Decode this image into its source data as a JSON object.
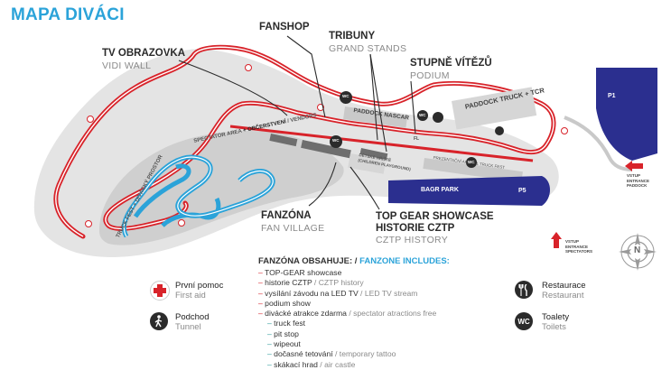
{
  "title": "MAPA DIVÁCI",
  "labels": {
    "fanshop": "FANSHOP",
    "tv_cz": "TV OBRAZOVKA",
    "tv_en": "VIDI WALL",
    "tribuny_cz": "TRIBUNY",
    "tribuny_en": "GRAND STANDS",
    "podium_cz": "STUPNĚ VÍTĚZŮ",
    "podium_en": "PODIUM",
    "fanzona_cz": "FANZÓNA",
    "fanzona_en": "FAN VILLAGE",
    "topgear_cz": "TOP GEAR SHOWCASE",
    "historie_cz": "HISTORIE CZTP",
    "historie_en": "CZTP HISTORY",
    "paddock_tcr": "PADDOCK TRUCK + TCR",
    "paddock_nascar": "PADDOCK NASCAR",
    "bagr_park": "BAGR PARK",
    "p1": "P1",
    "p5": "P5",
    "spectator_area": "SPECTATOR AREA",
    "obcerstveni": "+ OBČERSTVENÍ",
    "vendors": "/ VENDORS",
    "truck_fest": "TRUCK FEST + DIVÁCKÝ PROSTOR",
    "detske_hriste": "DĚTSKÉ HŘIŠTĚ",
    "children_playground": "(CHILDREN PLAYGROUND)",
    "prezentacni": "PREZENTAČNÍ AREA / 1 TRUCK FEST",
    "vstup_top": "VSTUP",
    "entrance_paddock_1": "ENTRANCE",
    "entrance_paddock_2": "PADDOCK",
    "vstup_spect_1": "VSTUP",
    "entrance_spect_1": "ENTRANCE",
    "entrance_spect_2": "SPECTATORS",
    "wc": "WC",
    "fl": "FL",
    "compass": "N"
  },
  "fanzone": {
    "heading_cz": "FANZÓNA OBSAHUJE: /",
    "heading_en": "FANZONE INCLUDES:",
    "items": [
      {
        "cz": "TOP-GEAR showcase",
        "en": "",
        "sub": false
      },
      {
        "cz": "historie CZTP",
        "en": "/ CZTP history",
        "sub": false
      },
      {
        "cz": "vysílání závodu na LED TV",
        "en": "/ LED TV stream",
        "sub": false
      },
      {
        "cz": "podium show",
        "en": "",
        "sub": false
      },
      {
        "cz": "divácké atrakce zdarma",
        "en": "/ spectator atractions free",
        "sub": false
      },
      {
        "cz": "truck fest",
        "en": "",
        "sub": true
      },
      {
        "cz": "pit stop",
        "en": "",
        "sub": true
      },
      {
        "cz": "wipeout",
        "en": "",
        "sub": true
      },
      {
        "cz": "dočasné tetování",
        "en": "/ temporary tattoo",
        "sub": true
      },
      {
        "cz": "skákací hrad",
        "en": "/ air castle",
        "sub": true
      }
    ]
  },
  "legend": {
    "first_aid_cz": "První pomoc",
    "first_aid_en": "First aid",
    "tunnel_cz": "Podchod",
    "tunnel_en": "Tunnel",
    "restaurant_cz": "Restaurace",
    "restaurant_en": "Restaurant",
    "toilets_cz": "Toalety",
    "toilets_en": "Toilets"
  },
  "colors": {
    "accent": "#2ba3d9",
    "track": "#d8232a",
    "navy": "#2b2f8f",
    "grey": "#c9c9c9"
  }
}
